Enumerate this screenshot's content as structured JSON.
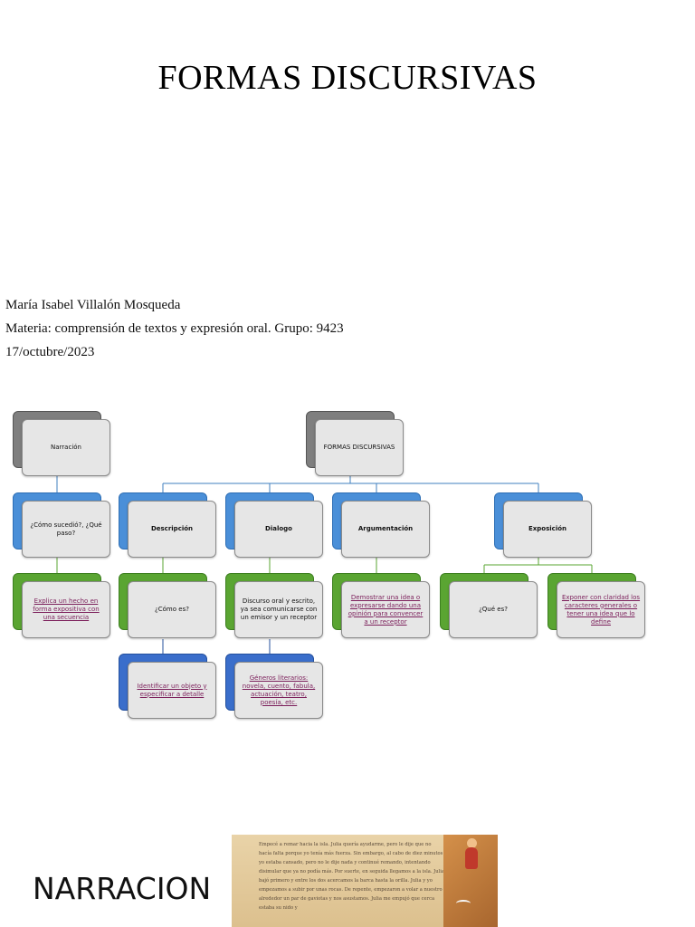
{
  "page": {
    "title": "FORMAS DISCURSIVAS",
    "author": "María Isabel Villalón Mosqueda",
    "subject": "Materia: comprensión de textos y expresión oral. Grupo: 9423",
    "date": "17/octubre/2023"
  },
  "diagram": {
    "narracion": {
      "title": "Narración",
      "question": "¿Cómo sucedió?, ¿Qué paso?",
      "detail": "Explica un hecho en forma expositiva con una secuencia"
    },
    "root": "FORMAS DISCURSIVAS",
    "descripcion": {
      "title": "Descripción",
      "question": "¿Cómo es?",
      "detail": "Identificar un objeto y especificar a detalle"
    },
    "dialogo": {
      "title": "Dialogo",
      "question": "Discurso oral y escrito, ya sea comunicarse con un emisor y un receptor",
      "detail": "Géneros literarios: novela, cuento, fabula, actuación, teatro, poesía, etc."
    },
    "argumentacion": {
      "title": "Argumentación",
      "detail": "Demostrar una idea o expresarse dando una opinión para convencer a un receptor"
    },
    "exposicion": {
      "title": "Exposición",
      "question": "¿Qué es?",
      "detail": "Exponer con claridad los caracteres generales o tener una idea que lo define"
    }
  },
  "section": {
    "heading": "NARRACION",
    "book_text": "Empecé a remar hacia la isla. Julia quería ayudarme, pero le dije que no hacía falta porque yo tenía más fuerza. Sin embargo, al cabo de diez minutos yo estaba cansado, pero no le dije nada y continué remando, intentando disimular que ya no podía más. Por suerte, en seguida llegamos a la isla. Julia bajó primero y entre los dos acercamos la barca hasta la orilla. Julia y yo empezamos a subir por unas rocas. De repente, empezaron a volar a nuestro alrededor un par de gaviotas y nos asustamos. Julia me empujó que cerca estaba su nido y"
  },
  "colors": {
    "gray": "#7f7f7f",
    "blue": "#4a8fd8",
    "green": "#5aa532",
    "dark_blue": "#3a6ecb",
    "connector_blue": "#3f7fbf",
    "connector_green": "#5aa532",
    "link_text": "#7b1e5a"
  }
}
